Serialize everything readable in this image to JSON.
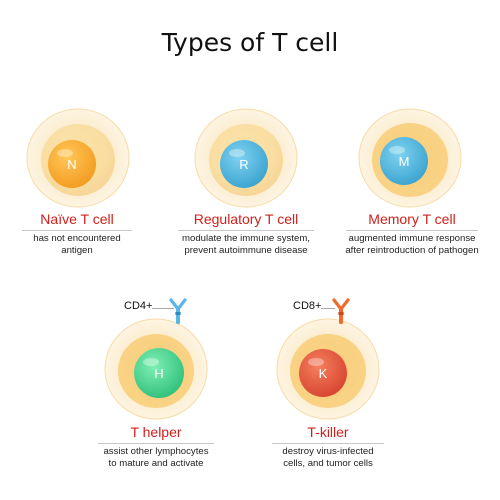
{
  "title": "Types of T cell",
  "colors": {
    "label_red": "#d0201c",
    "naive_nucleus": "#f5a623",
    "regulatory_nucleus": "#4fb3db",
    "memory_nucleus": "#4fb3db",
    "helper_nucleus": "#3ecf8e",
    "killer_nucleus": "#e0503c",
    "cd4_receptor": "#5ab5e8",
    "cd8_receptor": "#ef6a2c"
  },
  "cells": [
    {
      "id": "naive",
      "letter": "N",
      "name": "Naïve T cell",
      "description": [
        "has not encountered",
        "antigen"
      ]
    },
    {
      "id": "regulatory",
      "letter": "R",
      "name": "Regulatory T cell",
      "description": [
        "modulate the immune system,",
        "prevent autoimmune disease"
      ]
    },
    {
      "id": "memory",
      "letter": "M",
      "name": "Memory T cell",
      "description": [
        "augmented immune response",
        "after reintroduction of pathogen"
      ]
    },
    {
      "id": "helper",
      "letter": "H",
      "name": "T helper",
      "marker": "CD4+",
      "description": [
        "assist other lymphocytes",
        "to mature and activate"
      ]
    },
    {
      "id": "killer",
      "letter": "K",
      "name": "T-killer",
      "marker": "CD8+",
      "description": [
        "destroy virus-infected",
        "cells, and tumor cells"
      ]
    }
  ]
}
